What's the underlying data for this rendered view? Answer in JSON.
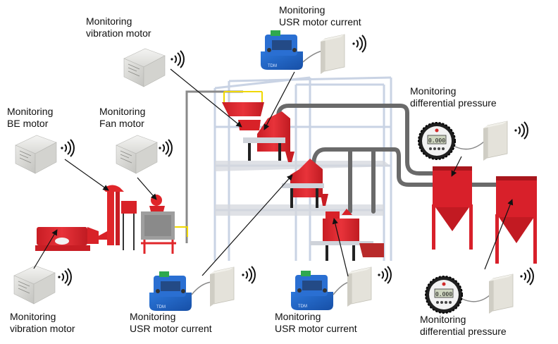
{
  "diagram": {
    "title": "Wireless monitoring of plant equipment",
    "colors": {
      "machine_red": "#e0262a",
      "machine_dark_red": "#b81c22",
      "frame": "#c9d3e4",
      "pipe": "#6d6d6d",
      "sensor_body": "#e6e6e2",
      "current_clamp": "#1f62c4",
      "gauge_ring": "#222222",
      "gauge_lcd": "#cfd6c0",
      "arrow": "#111111"
    },
    "monitors": [
      {
        "id": "vibration-motor-top",
        "line1": "Monitoring",
        "line2": "vibration motor",
        "device": "vibration-sensor"
      },
      {
        "id": "usr-current-top",
        "line1": "Monitoring",
        "line2": "USR motor current",
        "device": "current-clamp-sensor"
      },
      {
        "id": "diff-pressure-top",
        "line1": "Monitoring",
        "line2": "differential pressure",
        "device": "pressure-gauge-sensor"
      },
      {
        "id": "be-motor",
        "line1": "Monitoring",
        "line2": "BE motor",
        "device": "vibration-sensor"
      },
      {
        "id": "fan-motor",
        "line1": "Monitoring",
        "line2": "Fan motor",
        "device": "vibration-sensor"
      },
      {
        "id": "vibration-motor-bottom",
        "line1": "Monitoring",
        "line2": "vibration motor",
        "device": "vibration-sensor"
      },
      {
        "id": "usr-current-bottom-left",
        "line1": "Monitoring",
        "line2": "USR motor current",
        "device": "current-clamp-sensor"
      },
      {
        "id": "usr-current-bottom-mid",
        "line1": "Monitoring",
        "line2": "USR motor current",
        "device": "current-clamp-sensor"
      },
      {
        "id": "diff-pressure-bottom",
        "line1": "Monitoring",
        "line2": "differential pressure",
        "device": "pressure-gauge-sensor"
      }
    ],
    "gauge_readout": "0.000",
    "clamp_brand": "TDM",
    "wireless_icon": "wireless-signal-icon"
  }
}
